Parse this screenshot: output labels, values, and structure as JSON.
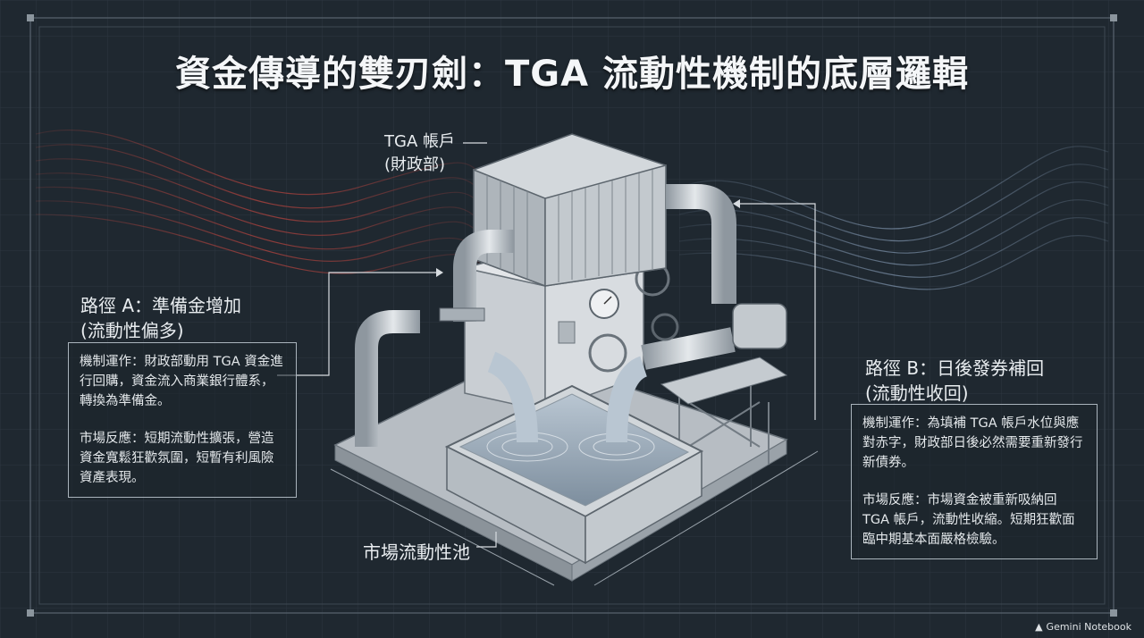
{
  "title": "資金傳導的雙刃劍：TGA 流動性機制的底層邏輯",
  "tga": {
    "line1": "TGA 帳戶",
    "line2": "(財政部)"
  },
  "path_a": {
    "heading1": "路徑 A：準備金增加",
    "heading2": "(流動性偏多)",
    "mechanism": "機制運作：財政部動用 TGA 資金進行回購，資金流入商業銀行體系，轉換為準備金。",
    "reaction": "市場反應：短期流動性擴張，營造資金寬鬆狂歡氛圍，短暫有利風險資產表現。"
  },
  "path_b": {
    "heading1": "路徑 B：日後發券補回",
    "heading2": "(流動性收回)",
    "mechanism": "機制運作：為填補 TGA 帳戶水位與應對赤字，財政部日後必然需要重新發行新債券。",
    "reaction": "市場反應：市場資金被重新吸納回 TGA 帳戶，流動性收縮。短期狂歡面臨中期基本面嚴格檢驗。"
  },
  "pool_label": "市場流動性池",
  "footer": "Gemini Notebook",
  "colors": {
    "background": "#1f2830",
    "red_wave": "#c0453f",
    "blue_wave": "#8fa6c2",
    "metal": "#c9ced3"
  }
}
